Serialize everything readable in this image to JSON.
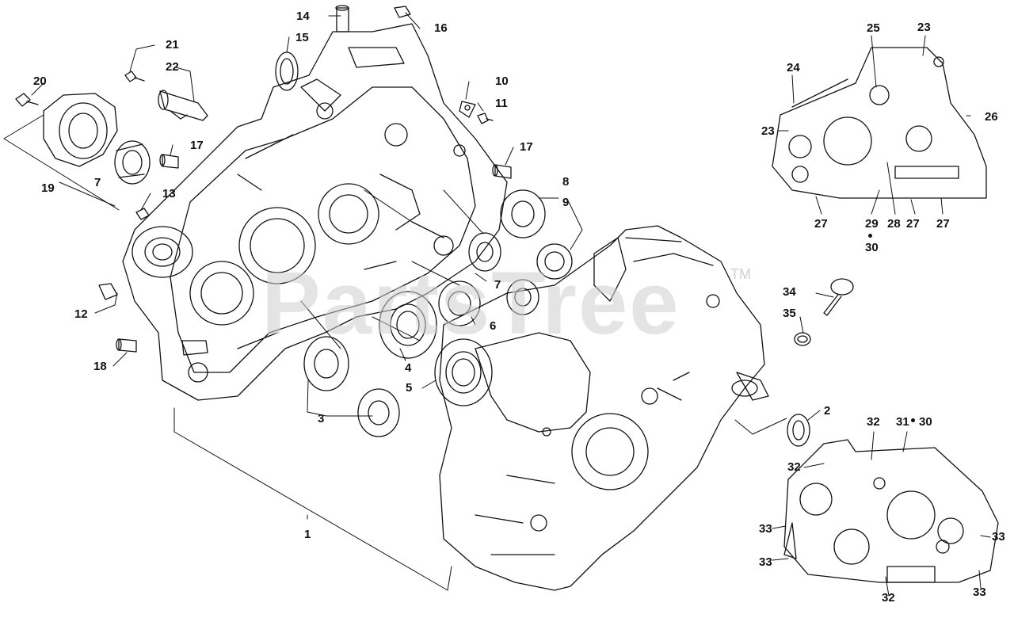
{
  "watermark": {
    "text": "PartsTree",
    "mark": "TM"
  },
  "callouts": [
    "1",
    "2",
    "3",
    "4",
    "5",
    "6",
    "7",
    "7",
    "8",
    "9",
    "10",
    "11",
    "12",
    "13",
    "14",
    "15",
    "16",
    "17",
    "17",
    "18",
    "19",
    "20",
    "21",
    "22",
    "23",
    "23",
    "24",
    "25",
    "26",
    "27",
    "27",
    "27",
    "28",
    "29",
    "30",
    "30",
    "31",
    "32",
    "32",
    "32",
    "33",
    "33",
    "33",
    "33",
    "34",
    "35"
  ]
}
